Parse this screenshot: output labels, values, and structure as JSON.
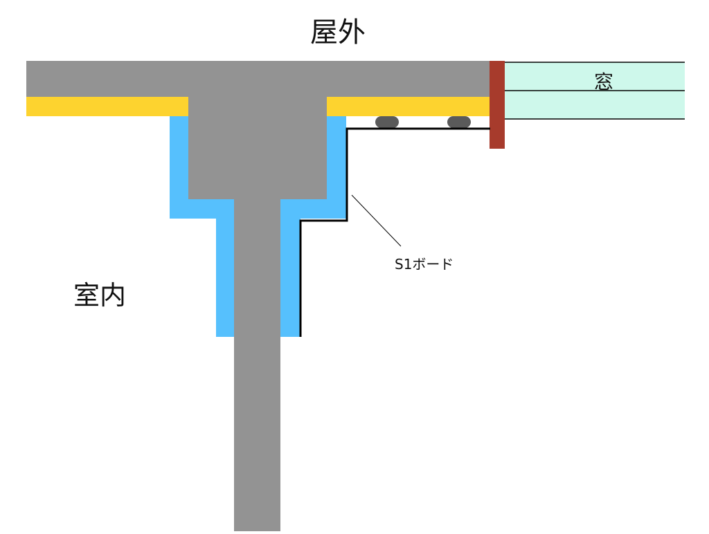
{
  "labels": {
    "outdoor": "屋外",
    "indoor": "室内",
    "window": "窓",
    "board": "S1ボード"
  },
  "colors": {
    "concrete": "#939393",
    "insulation_exterior": "#fdd32f",
    "insulation_interior": "#56c0fd",
    "window_glass": "#cef8eb",
    "window_frame": "#a73b2c",
    "board_line": "#000000",
    "spacer": "#5a5a5a"
  },
  "icons": {
    "spacers": "rounded-spacer-pads"
  }
}
